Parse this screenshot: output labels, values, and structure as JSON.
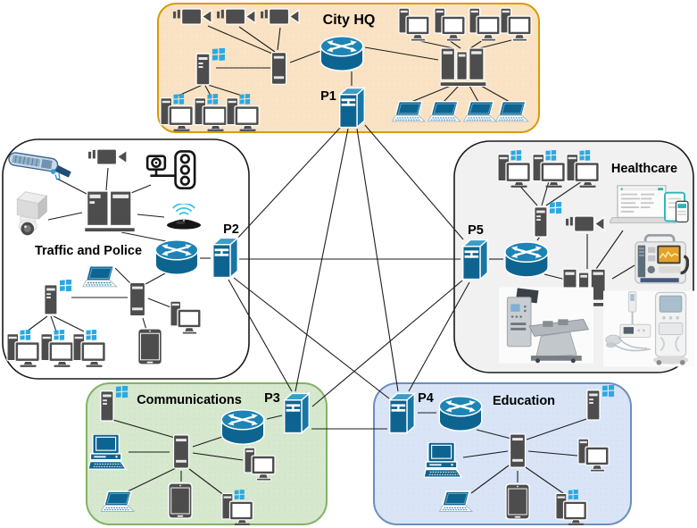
{
  "diagram": {
    "type": "network-topology",
    "zones": [
      {
        "id": "city-hq",
        "label": "City HQ",
        "fill": "#FAE3C5",
        "stroke": "#D79B00",
        "pop": "P1"
      },
      {
        "id": "traffic-and-police",
        "label": "Traffic and Police",
        "fill": "#FFFFFF",
        "stroke": "#1A1A1A",
        "pop": "P2"
      },
      {
        "id": "healthcare",
        "label": "Healthcare",
        "fill": "#F1F1F1",
        "stroke": "#1A1A1A",
        "pop": "P5"
      },
      {
        "id": "communications",
        "label": "Communications",
        "fill": "#D6E8CE",
        "stroke": "#82B366",
        "pop": "P3"
      },
      {
        "id": "education",
        "label": "Education",
        "fill": "#D9E5F7",
        "stroke": "#6C8EBF",
        "pop": "P4"
      }
    ],
    "pop_nodes": [
      {
        "id": "p1",
        "label": "P1",
        "zone": "City HQ"
      },
      {
        "id": "p2",
        "label": "P2",
        "zone": "Traffic and Police"
      },
      {
        "id": "p3",
        "label": "P3",
        "zone": "Communications"
      },
      {
        "id": "p4",
        "label": "P4",
        "zone": "Education"
      },
      {
        "id": "p5",
        "label": "P5",
        "zone": "Healthcare"
      }
    ],
    "backbone_links": [
      "P1-P2",
      "P1-P3",
      "P1-P4",
      "P1-P5",
      "P2-P3",
      "P2-P4",
      "P2-P5",
      "P3-P4",
      "P3-P5",
      "P4-P5"
    ],
    "zone_devices": {
      "city_hq": [
        "surveillance-camera x3",
        "camera-server",
        "windows-server",
        "windows-workstation x3",
        "router",
        "pop-server P1",
        "server-rack (3 servers)",
        "workstation x4",
        "laptop x4"
      ],
      "traffic_and_police": [
        "street-light",
        "surveillance-camera",
        "cctv-and-traffic-light",
        "dome-camera",
        "server-rack (2 servers)",
        "wireless-access-point",
        "router",
        "pop-server P2",
        "laptop",
        "lan-server",
        "windows-server",
        "windows-workstation x3",
        "tablet",
        "workstation"
      ],
      "healthcare": [
        "windows-workstation x3",
        "windows-server",
        "surveillance-camera",
        "emr-laptop-tablet-phone",
        "router",
        "pop-server P5",
        "server-rack (3 servers)",
        "patient-monitor-defibrillator",
        "ct-scanner",
        "dialysis-machines"
      ],
      "communications": [
        "windows-server",
        "desktop-computer",
        "lan-server",
        "workstation",
        "laptop",
        "tablet",
        "windows-workstation",
        "router",
        "pop-server P3"
      ],
      "education": [
        "pop-server P4",
        "router",
        "windows-server",
        "desktop-computer",
        "lan-server",
        "workstation",
        "laptop",
        "tablet",
        "windows-workstation"
      ]
    },
    "icons": {
      "router-icon": "blue cylinder with crossed white arrows",
      "pop-server-icon": "blue 3d server box",
      "windows-logo-icon": "four light-blue squares",
      "wifi-ap-icon": "black dome with cyan arcs",
      "camera-icon": "dark video camera glyph"
    },
    "colors": {
      "device_blue": "#0E6490",
      "device_blue_light": "#1D84B5",
      "device_gray": "#4D4D4D",
      "windows_logo_blue": "#2BA9E0",
      "wifi_cyan": "#3EC6DF",
      "link_line": "#1E1E1E"
    }
  }
}
